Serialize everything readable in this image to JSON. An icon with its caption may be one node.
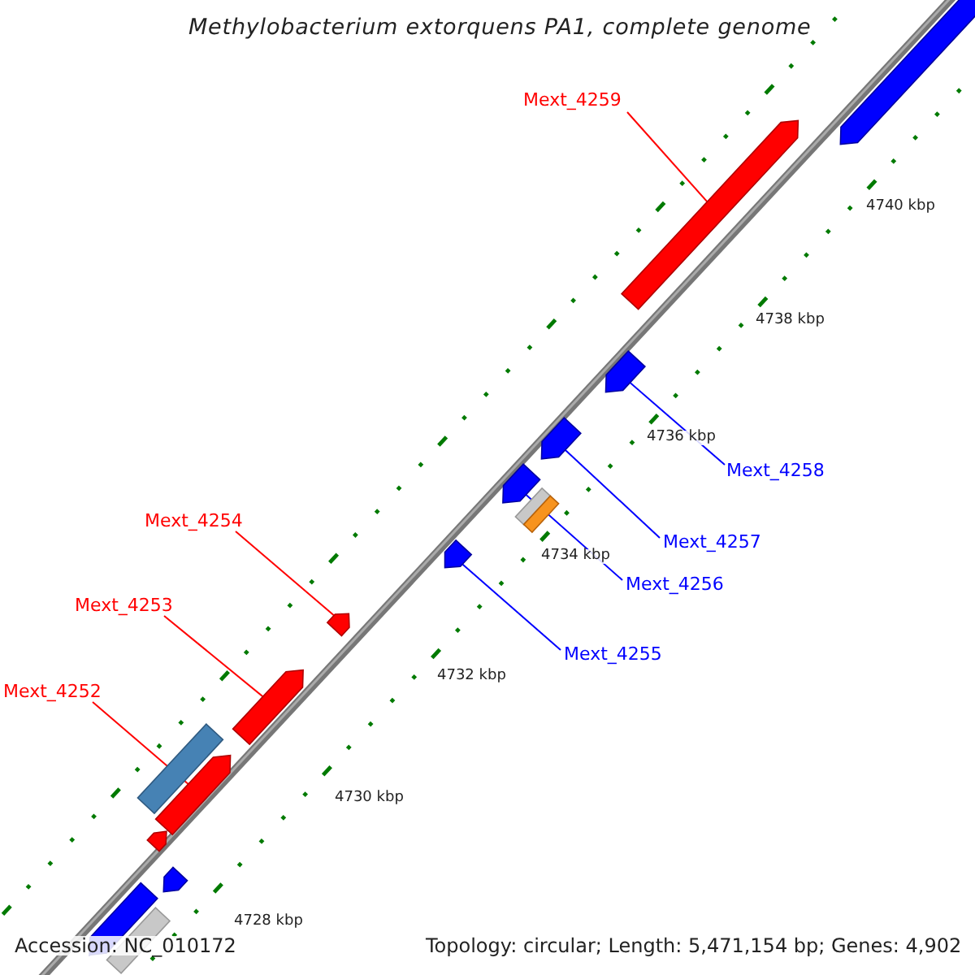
{
  "diagram": {
    "title": "Methylobacterium extorquens PA1, complete genome",
    "nodes": [
      {
        "text": [
          "Mext_4259"
        ]
      },
      {
        "text": [
          "Mext_4258"
        ]
      },
      {
        "text": [
          "Mext_4257"
        ]
      },
      {
        "text": [
          "Mext_4254"
        ]
      },
      {
        "text": [
          "Mext_4256"
        ]
      },
      {
        "text": [
          "Mext_4253"
        ]
      },
      {
        "text": [
          "Mext_4255"
        ]
      },
      {
        "text": [
          "Mext_4252"
        ]
      },
      {
        "text": [],
        "shape": "arrow"
      },
      {
        "text": [],
        "shape": "arrow"
      },
      {
        "text": [],
        "shape": "arrow"
      },
      {
        "text": [],
        "shape": "arrow"
      },
      {
        "text": [],
        "shape": "arrow"
      },
      {
        "text": [],
        "shape": "arrow"
      },
      {
        "text": [],
        "shape": "arrow"
      },
      {
        "text": [],
        "shape": "arrow"
      },
      {
        "text": [],
        "shape": "arrow"
      },
      {
        "text": [],
        "shape": "bar"
      },
      {
        "text": [],
        "shape": "bar"
      },
      {
        "text": [],
        "shape": "bar"
      },
      {
        "text": [],
        "shape": "arrow"
      },
      {
        "text": [],
        "shape": "arrow"
      },
      {
        "text": [],
        "shape": "arrow"
      },
      {
        "text": [],
        "shape": "bar"
      }
    ],
    "edges": [
      {
        "from": 0,
        "to": 8,
        "arrow": "none"
      },
      {
        "from": 1,
        "to": 9,
        "arrow": "none",
        "color": "#0000ff"
      },
      {
        "from": 2,
        "to": 10,
        "arrow": "none",
        "color": "#0000ff"
      },
      {
        "from": 3,
        "to": 13,
        "arrow": "none"
      },
      {
        "from": 4,
        "to": 11,
        "arrow": "none",
        "color": "#0000ff"
      },
      {
        "from": 5,
        "to": 14,
        "arrow": "none"
      },
      {
        "from": 6,
        "to": 12,
        "arrow": "none",
        "color": "#0000ff"
      },
      {
        "from": 7,
        "to": 15,
        "arrow": "none"
      }
    ],
    "labels": [
      "4740 kbp",
      "4738 kbp",
      "4736 kbp",
      "4734 kbp",
      "4732 kbp",
      "4730 kbp",
      "4728 kbp",
      "Accession: NC_010172",
      "Topology: circular; Length: 5,471,154 bp; Genes: 4,902"
    ]
  }
}
